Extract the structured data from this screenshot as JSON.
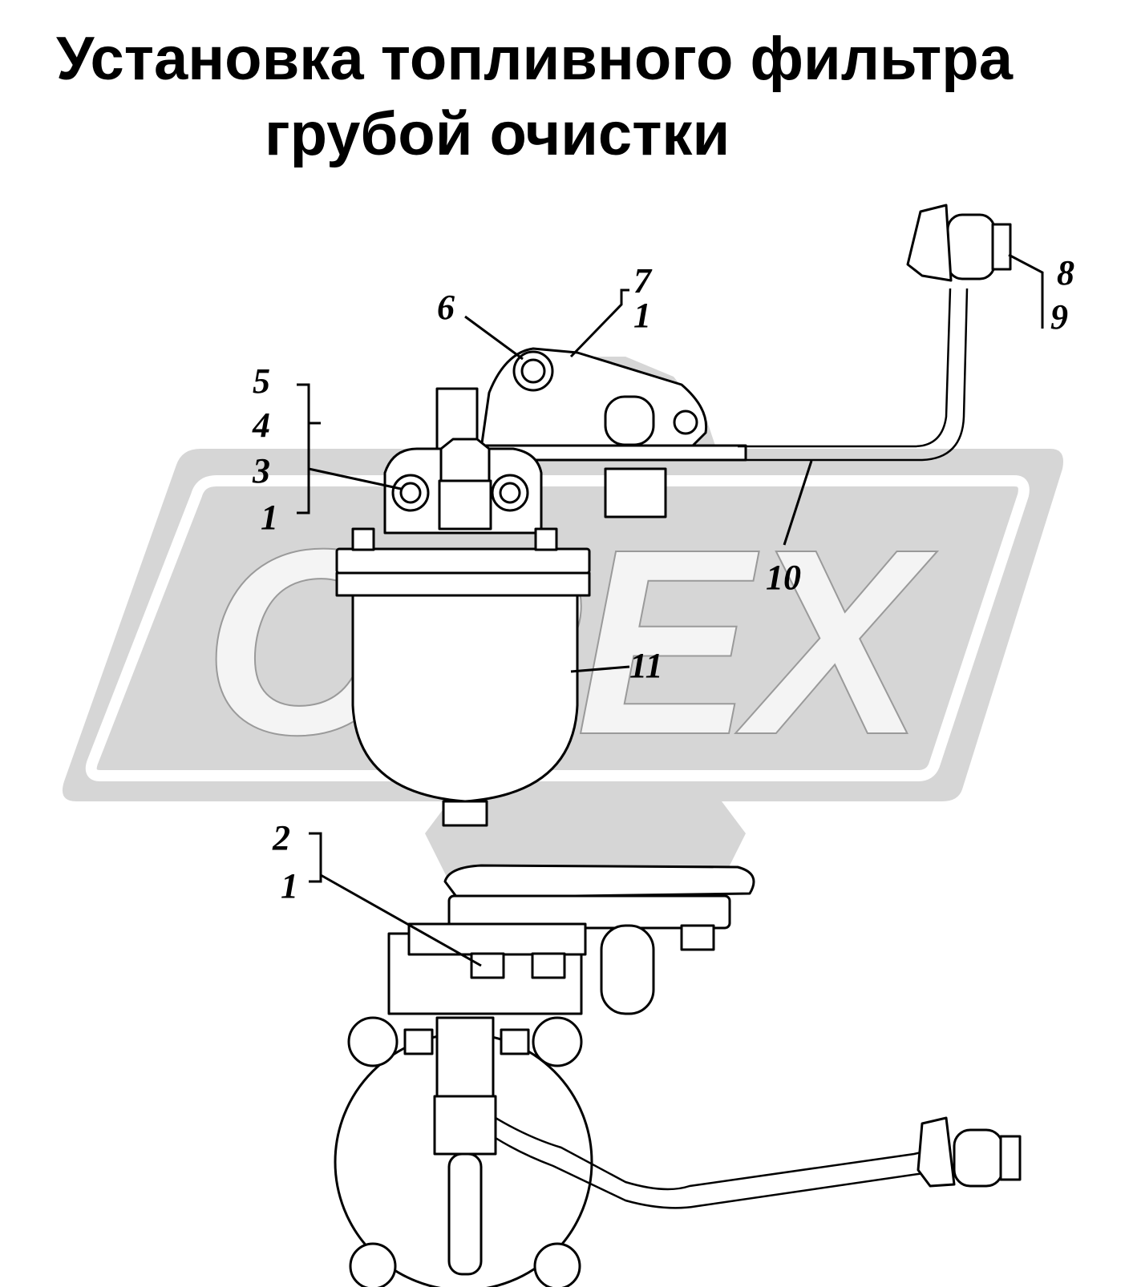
{
  "title": {
    "line1": "Установка топливного фильтра",
    "line2": "грубой очистки"
  },
  "watermark": {
    "text": "OPEX",
    "color": "#bdbdbd",
    "band_color": "#d6d6d6"
  },
  "callouts": {
    "c5": "5",
    "c4": "4",
    "c3": "3",
    "c1a": "1",
    "c6": "6",
    "c7": "7",
    "c1b": "1",
    "c8": "8",
    "c9": "9",
    "c10": "10",
    "c11": "11",
    "c2": "2",
    "c1c": "1"
  }
}
